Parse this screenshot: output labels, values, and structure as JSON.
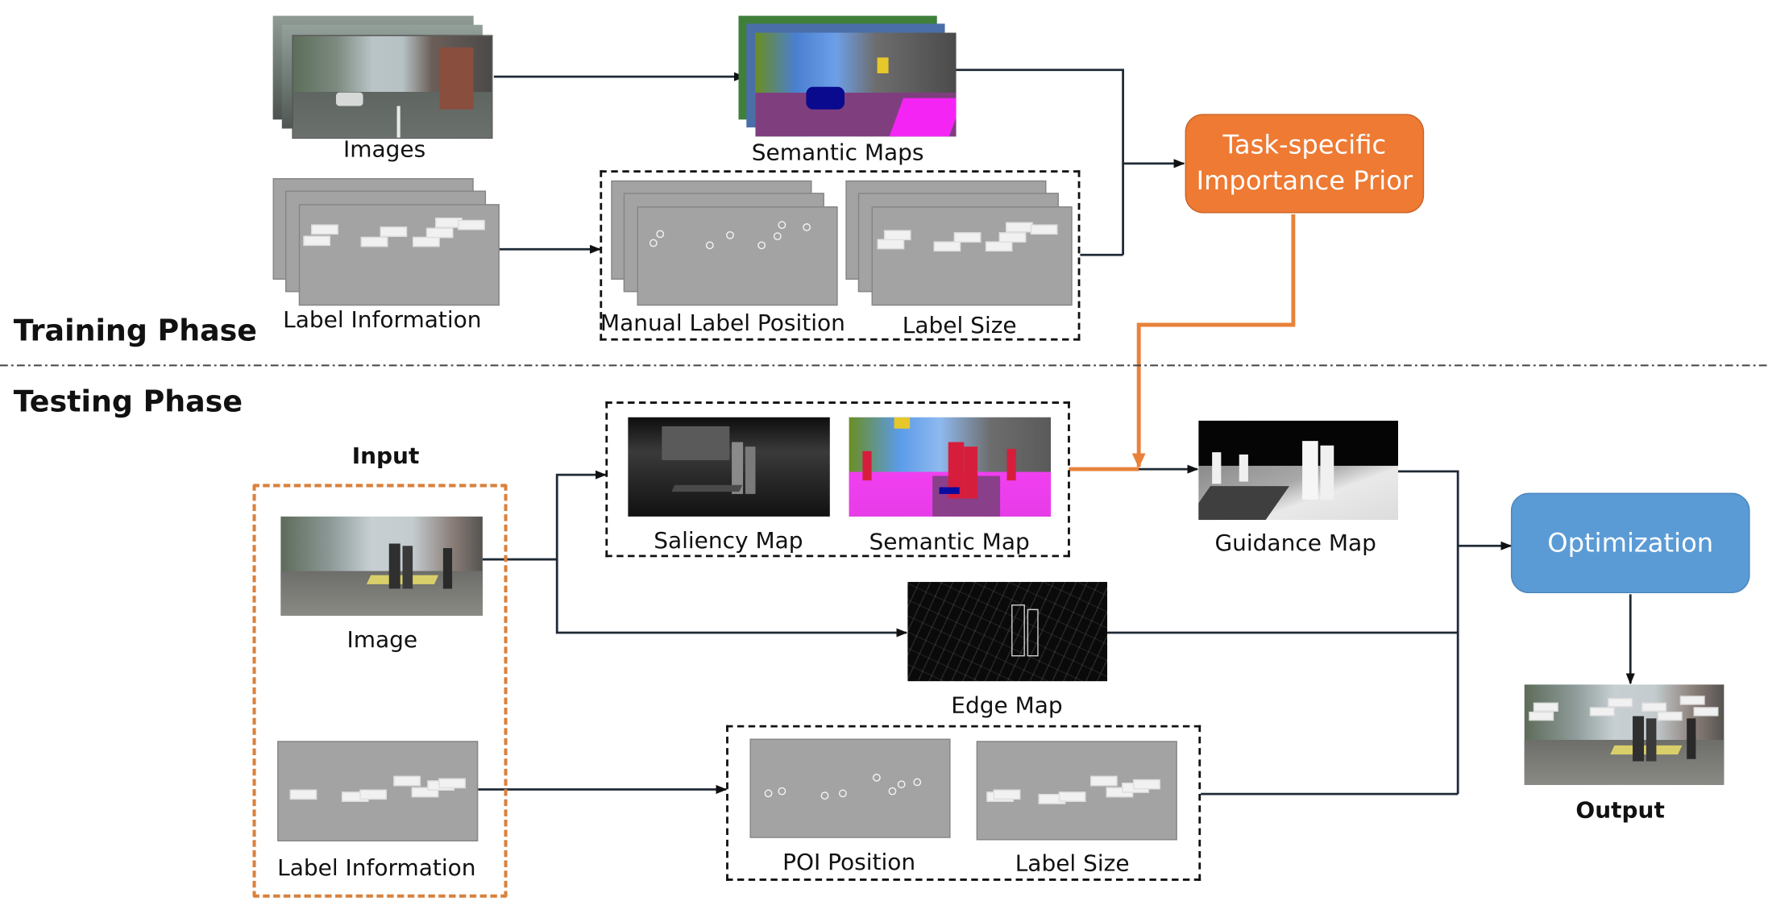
{
  "phases": {
    "training": "Training Phase",
    "testing": "Testing Phase"
  },
  "training": {
    "images_label": "Images",
    "semantic_maps_label": "Semantic Maps",
    "label_information_label": "Label Information",
    "manual_label_position_label": "Manual Label Position",
    "label_size_label": "Label Size"
  },
  "prior_box": {
    "line1": "Task-specific",
    "line2": "Importance Prior"
  },
  "testing": {
    "input_label": "Input",
    "image_label": "Image",
    "label_information_label": "Label Information",
    "saliency_map_label": "Saliency Map",
    "semantic_map_label": "Semantic Map",
    "edge_map_label": "Edge Map",
    "poi_position_label": "POI Position",
    "label_size_label": "Label Size",
    "guidance_map_label": "Guidance Map",
    "output_label": "Output"
  },
  "optimization_box": {
    "label": "Optimization"
  },
  "colors": {
    "prior_box": "#ee7a33",
    "optimization_box": "#5b9bd5",
    "orange_arrow": "#e8823a",
    "input_border": "#d9813d",
    "placeholder_grey": "#a3a3a3"
  }
}
